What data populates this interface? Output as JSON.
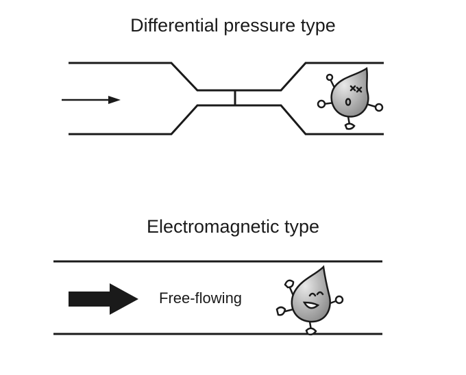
{
  "diagram": {
    "top": {
      "title": "Differential pressure type"
    },
    "bottom": {
      "title": "Electromagnetic type",
      "flow_label": "Free-flowing"
    }
  },
  "colors": {
    "line": "#1a1a1a",
    "droplet_fill": "#9a9a9a",
    "droplet_highlight": "#e8e8e8"
  },
  "icons": [
    "flow-arrow-icon",
    "dizzy-droplet-icon",
    "happy-droplet-icon"
  ]
}
